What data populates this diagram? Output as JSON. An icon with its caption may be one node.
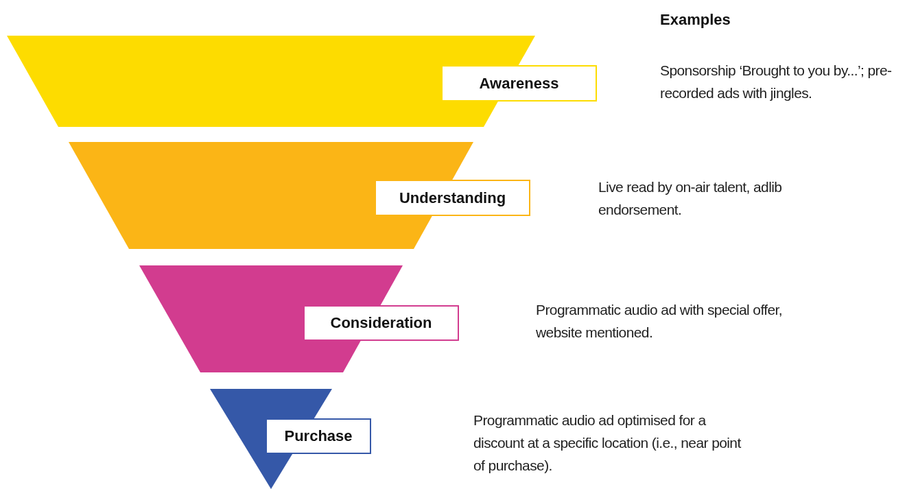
{
  "diagram": {
    "nodes": [
      {
        "text": [
          "Awareness"
        ]
      },
      {
        "text": [
          "Understanding"
        ]
      },
      {
        "text": [
          "Consideration"
        ]
      },
      {
        "text": [
          "Purchase"
        ]
      }
    ],
    "edges": [],
    "labels": [
      "Examples",
      "Sponsorship ‘Brought to you by...’; pre-recorded ads with jingles.",
      "Live read by on-air talent, adlib endorsement.",
      "Programmatic audio ad with special offer, website mentioned.",
      "Programmatic audio ad optimised for a discount at a specific location (i.e., near point of purchase)."
    ]
  }
}
